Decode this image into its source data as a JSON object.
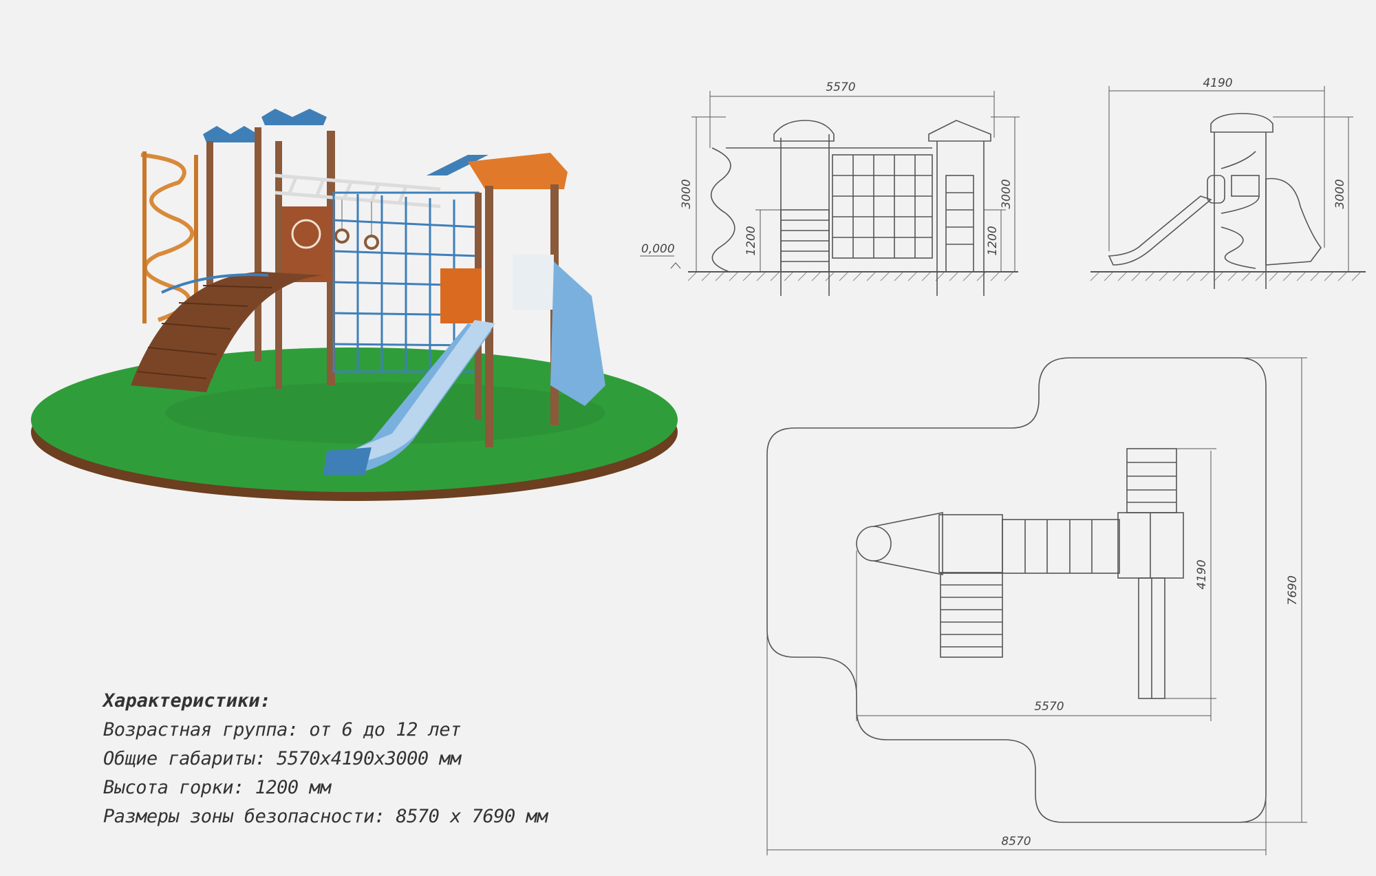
{
  "specs": {
    "heading": "Характеристики:",
    "rows": [
      "Возрастная группа: от 6 до 12 лет",
      "Общие габариты: 5570x4190x3000 мм",
      "Высота горки: 1200 мм",
      "Размеры зоны безопасности: 8570 х 7690 мм"
    ]
  },
  "front_view": {
    "width": "5570",
    "height_left": "3000",
    "height_right": "3000",
    "slide_height_left": "1200",
    "slide_height_right": "1200",
    "ground_level": "0,000"
  },
  "side_view": {
    "width": "4190",
    "height": "3000"
  },
  "plan_view": {
    "safety_width": "8570",
    "safety_depth": "7690",
    "structure_width": "5570",
    "structure_depth": "4190"
  },
  "colors": {
    "grass": "#2f9e3a",
    "soil": "#6b3f1f",
    "wood": "#8a5a3a",
    "blue": "#3f7fb8",
    "orange": "#e07a2a",
    "light_blue": "#7ab0dd",
    "line": "#555555"
  }
}
